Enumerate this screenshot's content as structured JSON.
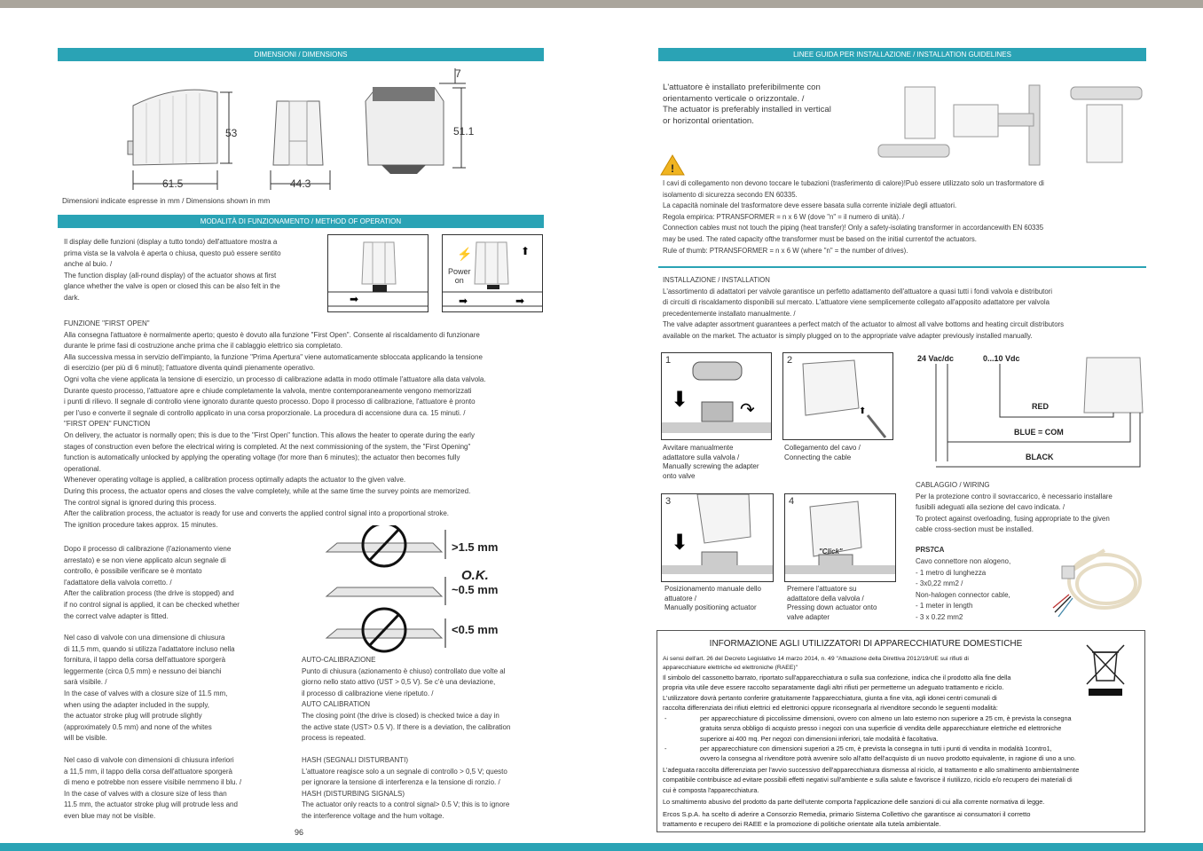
{
  "left": {
    "dimensions_header": "DIMENSIONI / DIMENSIONS",
    "dims": {
      "height_front": "53",
      "width_side": "61.5",
      "width_front": "44.3",
      "top_offset": "7",
      "height_total": "51.1"
    },
    "dims_caption": "Dimensioni indicate espresse in mm / Dimensions shown in mm",
    "operation_header": "MODALITÀ DI FUNZIONAMENTO / METHOD OF OPERATION",
    "display_text": "Il display delle funzioni (display a tutto tondo) dell'attuatore mostra a\nprima vista se la valvola è aperta o chiusa, questo può essere sentito\nanche al buio. /\nThe function display (all-round display) of the actuator shows at first\nglance whether the valve is open or closed this can be also felt in the\ndark.",
    "power_on_label": "Power\non",
    "first_open_text": "FUNZIONE \"FIRST OPEN\"\nAlla consegna l'attuatore è normalmente aperto; questo è dovuto alla funzione \"First Open\". Consente al riscaldamento di funzionare\ndurante le prime fasi di costruzione anche prima che il cablaggio elettrico sia completato.\nAlla successiva messa in servizio dell'impianto, la funzione \"Prima Apertura\" viene automaticamente sbloccata applicando la tensione\ndi esercizio (per più di 6 minuti); l'attuatore diventa quindi pienamente operativo.\nOgni volta che viene applicata la tensione di esercizio, un processo di calibrazione adatta in modo ottimale l'attuatore alla data valvola.\nDurante questo processo, l'attuatore apre e chiude completamente la valvola, mentre contemporaneamente vengono memorizzati\ni punti di rilievo. Il segnale di controllo viene ignorato durante questo processo. Dopo il processo di calibrazione, l'attuatore è pronto\nper l'uso e converte il segnale di controllo applicato in una corsa proporzionale. La procedura di accensione dura ca. 15 minuti.  /\n\"FIRST OPEN\" FUNCTION\nOn delivery, the actuator is normally open; this is due to the \"First Open\" function. This allows the heater to operate during the early\nstages of construction even before the electrical wiring is completed. At the next commissioning of the system, the \"First Opening\"\nfunction is automatically unlocked by applying the operating voltage (for more than 6 minutes); the actuator then becomes fully\noperational.\nWhenever operating voltage is applied, a calibration process optimally adapts the actuator to the given valve.\nDuring this process, the actuator opens and closes the valve completely, while at the same time the survey points are memorized.\nThe control signal is ignored during this process.\nAfter the calibration process, the actuator is ready for use and converts the applied control signal into a proportional stroke.\nThe ignition procedure takes approx. 15 minutes.",
    "after_calibration_text": "Dopo il processo di calibrazione (l'azionamento viene\narrestato) e se non viene applicato alcun segnale di\ncontrollo, è possibile  verificare se è montato\nl'adattatore della valvola corretto. /\nAfter the calibration process (the drive is stopped) and\nif no control signal is applied, it can be checked whether\nthe correct valve adapter is fitted.",
    "closure_115_text": "Nel caso di valvole con una dimensione di chiusura\ndi 11,5 mm, quando si utilizza l'adattatore incluso nella\nfornitura, il tappo della corsa dell'attuatore sporgerà\nleggermente (circa 0,5 mm) e nessuno dei bianchi\nsarà visibile. /\nIn the case of valves with a closure size of 11.5 mm,\nwhen using the adapter included in the supply,\nthe actuator stroke plug will protrude slightly\n(approximately 0.5 mm) and none of the whites\nwill be visible.",
    "closure_less_text": "Nel caso di valvole con dimensioni di chiusura inferiori\na 11,5 mm, il tappo della corsa dell'attuatore sporgerà\ndi meno e potrebbe non essere visibile nemmeno il blu. /\nIn the case of valves with a closure size of less than\n11.5 mm, the actuator stroke plug will protrude less and\neven blue may not be visible.",
    "gap_labels": {
      "too_high": ">1.5 mm",
      "ok": "O.K.",
      "ok_value": "~0.5 mm",
      "too_low": "<0.5 mm"
    },
    "auto_calibration_text": "AUTO-CALIBRAZIONE\nPunto di chiusura (azionamento è chiuso) controllato due volte al\ngiorno nello stato attivo (UST > 0,5 V). Se c'è una deviazione,\nil processo di calibrazione viene ripetuto. /\nAUTO CALIBRATION\nThe closing point (the drive is closed) is checked twice a day in\nthe active state (UST> 0.5 V). If there is a deviation, the calibration\nprocess is repeated.",
    "hash_text": "HASH (SEGNALI DISTURBANTI)\nL'attuatore reagisce solo a un segnale di controllo > 0,5 V; questo\nper ignorare la tensione di interferenza e la tensione di ronzio. /\nHASH (DISTURBING SIGNALS)\nThe actuator only reacts to a control signal> 0.5 V; this is to ignore\nthe interference voltage and the hum voltage.",
    "page_number": "96"
  },
  "right": {
    "guidelines_header": "LINEE GUIDA PER INSTALLAZIONE / INSTALLATION GUIDELINES",
    "orientation_text": "L'attuatore è installato preferibilmente con\norientamento verticale o orizzontale. /\nThe actuator is preferably installed in vertical\nor horizontal orientation.",
    "warning_text": "I cavi di collegamento non devono toccare le tubazioni (trasferimento di calore)!Può essere utilizzato solo un trasformatore di\nisolamento di sicurezza secondo EN 60335.\nLa capacità nominale del trasformatore deve essere basata sulla corrente iniziale degli attuatori.\nRegola empirica: PTRANSFORMER = n x 6 W (dove \"n\" = il numero di unità). /\nConnection cables must not touch the piping (heat transfer)! Only a safety-isolating transformer in accordancewith EN 60335\nmay be used. The rated capacity ofthe transformer must be based on the initial currentof the actuators.\nRule of thumb: PTRANSFORMER = n x 6 W (where \"n\" = the number of drives).",
    "installation_text": "INSTALLAZIONE / INSTALLATION\nL'assortimento di adattatori per valvole garantisce un perfetto adattamento dell'attuatore a quasi tutti i fondi valvola e distributori\ndi circuiti di riscaldamento disponibili sul mercato. L'attuatore viene semplicemente collegato all'apposito adattatore per valvola\nprecedentemente installato manualmente. /\nThe valve adapter assortment guarantees a perfect match of the actuator to almost all valve bottoms and heating circuit distributors\navailable on the market. The actuator is simply plugged on to the appropriate valve adapter previously installed manually.",
    "steps": [
      {
        "num": "1",
        "caption": "Avvitare manualmente\nadattatore sulla valvola /\nManually screwing the adapter\nonto valve"
      },
      {
        "num": "2",
        "caption": "Collegamento del cavo /\nConnecting the cable"
      },
      {
        "num": "3",
        "caption": "Posizionamento manuale dello\nattuatore /\nManually positioning actuator"
      },
      {
        "num": "4",
        "caption": "Premere l'attuatore su\nadattatore della valvola /\nPressing down actuator onto\nvalve adapter",
        "click": "\"Click\""
      }
    ],
    "wiring": {
      "supply": "24 Vac/dc",
      "signal": "0...10 Vdc",
      "red": "RED",
      "blue": "BLUE = COM",
      "black": "BLACK"
    },
    "wiring_text": "CABLAGGIO / WIRING\nPer la protezione contro il sovraccarico, è necessario installare\nfusibili adeguati alla sezione del cavo indicata. /\nTo protect against overloading, fusing appropriate to the given\ncable cross-section must be installed.",
    "cable_code": "PRS7CA",
    "cable_text": "Cavo connettore non alogeno,\n- 1 metro di lunghezza\n- 3x0,22 mm2 /\nNon-halogen connector cable,\n- 1 meter in length\n- 3 x 0.22 mm2",
    "info": {
      "title": "INFORMAZIONE AGLI UTILIZZATORI DI APPARECCHIATURE DOMESTICHE",
      "intro": "Ai sensi dell'art. 26 del Decreto Legislativo 14 marzo 2014, n. 49 \"Attuazione della Direttiva 2012/19/UE sui rifiuti di\napparecchiature elettriche ed elettroniche (RAEE)\"",
      "body": "Il simbolo del cassonetto barrato, riportato sull'apparecchiatura o sulla sua confezione, indica che il prodotto alla fine della\npropria vita utile deve essere raccolto separatamente dagli altri rifiuti per permetterne un adeguato trattamento e riciclo.\nL'utilizzatore dovrà pertanto conferire gratuitamente l'apparecchiatura, giunta a fine vita, agli idonei centri comunali di\nraccolta differenziata dei rifiuti elettrici ed elettronici oppure riconsegnarla al rivenditore secondo le seguenti modalità:",
      "bullet1": "per apparecchiature di piccolissime dimensioni, ovvero con almeno un lato esterno non superiore a 25 cm, è prevista la consegna\ngratuita senza obbligo di acquisto presso i negozi con una superficie di vendita delle apparecchiature elettriche ed elettroniche\nsuperiore ai 400 mq. Per negozi con dimensioni inferiori, tale modalità è facoltativa.",
      "bullet2": "per apparecchiature con dimensioni superiori a 25 cm, è prevista la consegna in tutti i punti di vendita in modalità 1contro1,\novvero la consegna al rivenditore potrà avvenire solo all'atto dell'acquisto di un nuovo prodotto equivalente, in ragione di uno a uno.",
      "bullet_mark": "-",
      "recycling": "L'adeguata raccolta differenziata per l'avvio successivo dell'apparecchiatura dismessa al riciclo, al trattamento e allo smaltimento ambientalmente\ncompatibile contribuisce ad evitare possibili effetti negativi sull'ambiente e sulla salute e favorisce il riutilizzo, riciclo e/o recupero dei materiali di\ncui è composta l'apparecchiatura.",
      "sanctions": "Lo smaltimento abusivo del prodotto da parte dell'utente comporta l'applicazione delle sanzioni di cui alla corrente normativa di legge.",
      "consortium": "Ercos S.p.A. ha scelto di aderire a Consorzio Remedia, primario Sistema Collettivo che garantisce ai consumatori il corretto\ntrattamento e recupero dei RAEE e la promozione di politiche orientate alla tutela ambientale."
    }
  }
}
